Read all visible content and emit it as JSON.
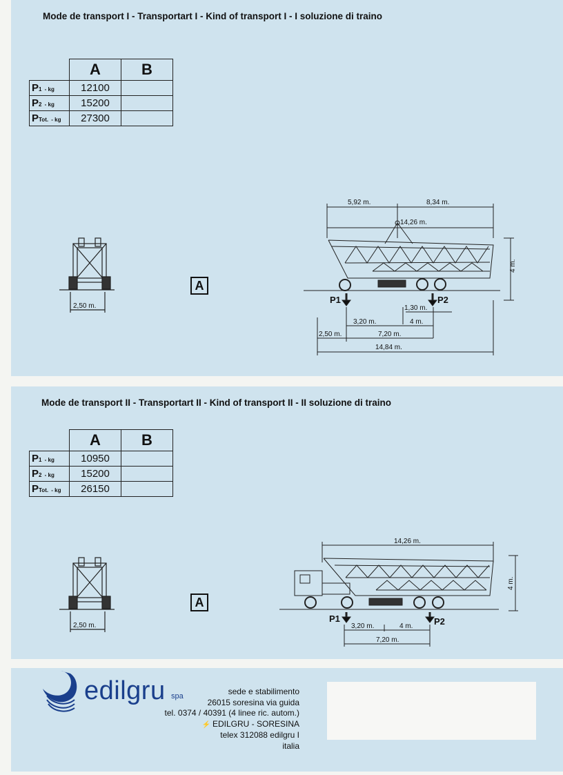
{
  "transport1": {
    "heading": "Mode de transport I - Transportart I - Kind of transport I - I soluzione di traino",
    "table": {
      "columns": [
        "A",
        "B"
      ],
      "rows": [
        {
          "label": "P",
          "sub": "1",
          "unit": "- kg",
          "a": "12100",
          "b": ""
        },
        {
          "label": "P",
          "sub": "2",
          "unit": "- kg",
          "a": "15200",
          "b": ""
        },
        {
          "label": "P",
          "sub": "Tot.",
          "unit": "- kg",
          "a": "27300",
          "b": ""
        }
      ]
    },
    "config_label": "A",
    "dims": {
      "width": "2,50 m.",
      "top_left": "5,92 m.",
      "top_right": "8,34 m.",
      "top_total": "14,26 m.",
      "height": "4 m.",
      "p1": "P1",
      "p2": "P2",
      "offset": "1,30 m.",
      "d320": "3,20 m.",
      "d4": "4 m.",
      "d250": "2,50 m.",
      "d720": "7,20 m.",
      "d1484": "14,84 m."
    }
  },
  "transport2": {
    "heading": "Mode de transport II - Transportart II - Kind of transport II - II soluzione di traino",
    "table": {
      "columns": [
        "A",
        "B"
      ],
      "rows": [
        {
          "label": "P",
          "sub": "1",
          "unit": "- kg",
          "a": "10950",
          "b": ""
        },
        {
          "label": "P",
          "sub": "2",
          "unit": "- kg",
          "a": "15200",
          "b": ""
        },
        {
          "label": "P",
          "sub": "Tot.",
          "unit": "- kg",
          "a": "26150",
          "b": ""
        }
      ]
    },
    "config_label": "A",
    "dims": {
      "width": "2,50 m.",
      "top_total": "14,26 m.",
      "height": "4 m.",
      "p1": "P1",
      "p2": "P2",
      "d320": "3,20 m.",
      "d4": "4 m.",
      "d720": "7,20 m."
    }
  },
  "footer": {
    "brand": "edilgru",
    "brand_suffix": "spa",
    "brand_color": "#1a3f8c",
    "address": [
      "sede e stabilimento",
      "26015 soresina via guida",
      "tel. 0374 / 40391 (4 linee ric. autom.)",
      "EDILGRU - SORESINA",
      "telex 312088 edilgru I",
      "italia"
    ]
  }
}
